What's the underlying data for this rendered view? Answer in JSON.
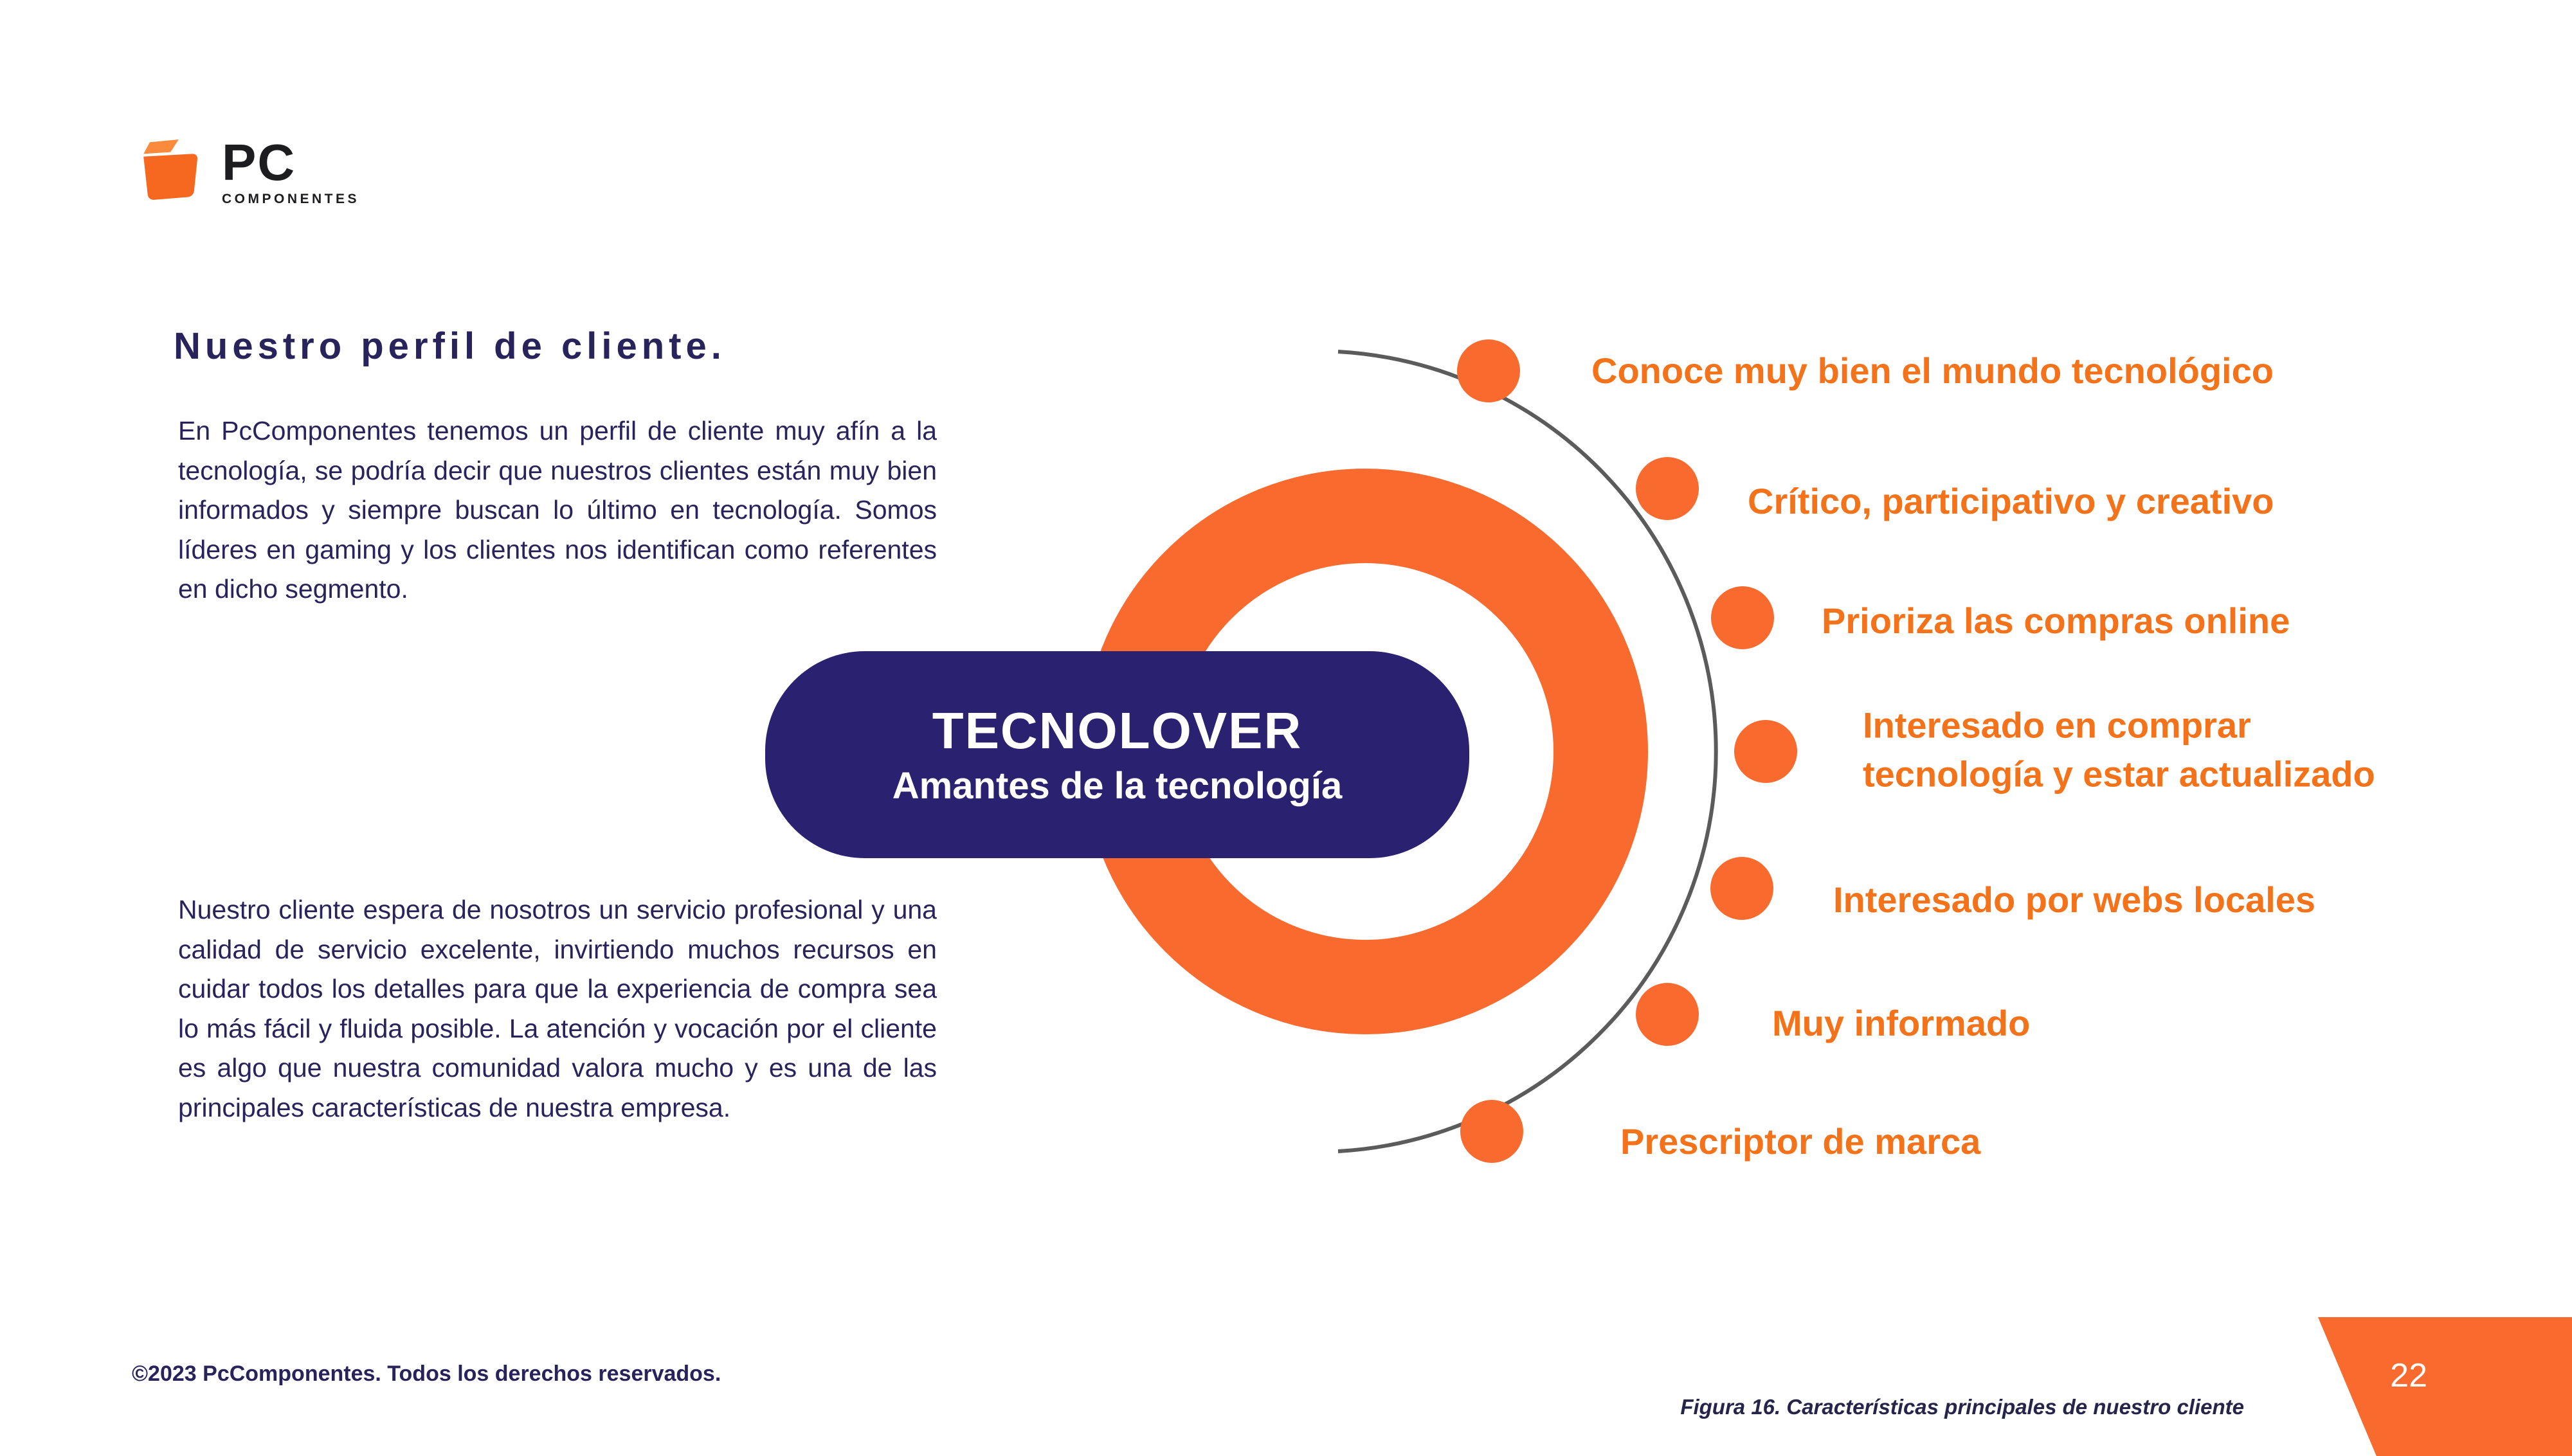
{
  "page": {
    "logo": {
      "brand_top": "PC",
      "brand_bottom": "COMPONENTES"
    },
    "heading": "Nuestro perfil de cliente.",
    "paragraph1": "En PcComponentes tenemos un perfil de cliente muy afín a la tecnología, se podría decir que nuestros clientes están muy bien informados y siempre buscan lo último en tecnología. Somos líderes en gaming y los clientes nos identifican como referentes en dicho segmento.",
    "paragraph2": "Nuestro cliente espera de nosotros un servicio profesional y una calidad de servicio excelente, invirtiendo muchos recursos en cuidar todos los detalles para que la experiencia de compra sea lo más fácil y fluida posible. La atención y vocación por el cliente es algo que nuestra comunidad valora mucho y es una de las principales características de nuestra empresa.",
    "footer_copyright": "©2023 PcComponentes. Todos los derechos reservados.",
    "figure_caption": "Figura 16. Características principales de nuestro cliente",
    "page_number": "22"
  },
  "diagram": {
    "center_title": "TECNOLOVER",
    "center_subtitle": "Amantes de la tecnología",
    "traits": [
      "Conoce muy bien el mundo tecnológico",
      "Crítico, participativo y creativo",
      "Prioriza las compras online",
      "Interesado en comprar tecnología y estar actualizado",
      "Interesado por webs locales",
      "Muy informado",
      "Prescriptor de marca"
    ]
  },
  "colors": {
    "orange_primary": "#F96A2E",
    "orange_text": "#F4731A",
    "navy_pill": "#2A2170",
    "text_navy": "#29235C",
    "arc_gray": "#5B5B5B"
  }
}
